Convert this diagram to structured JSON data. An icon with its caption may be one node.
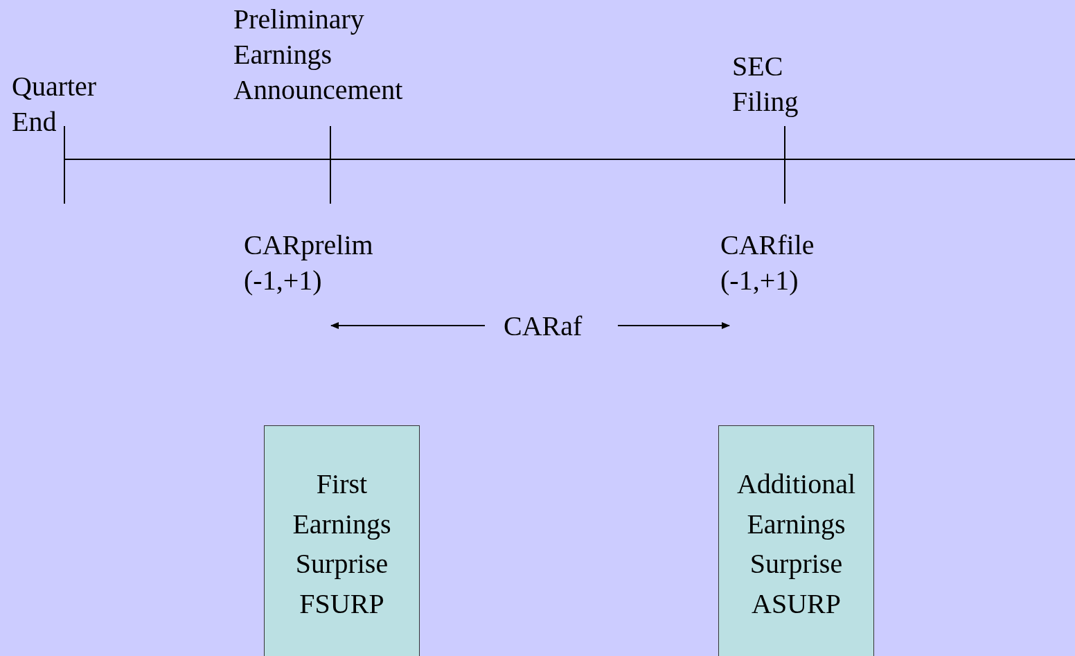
{
  "diagram": {
    "nodes": [
      {
        "text": [
          "First Earnings Surprise FSURP"
        ]
      },
      {
        "text": [
          "Additional Earnings Surprise ASURP"
        ]
      }
    ],
    "labels": [
      "Quarter End",
      "Preliminary Earnings Announcement",
      "SEC Filing",
      "CARprelim (-1,+1)",
      "CARfile (-1,+1)",
      "CARaf"
    ]
  }
}
